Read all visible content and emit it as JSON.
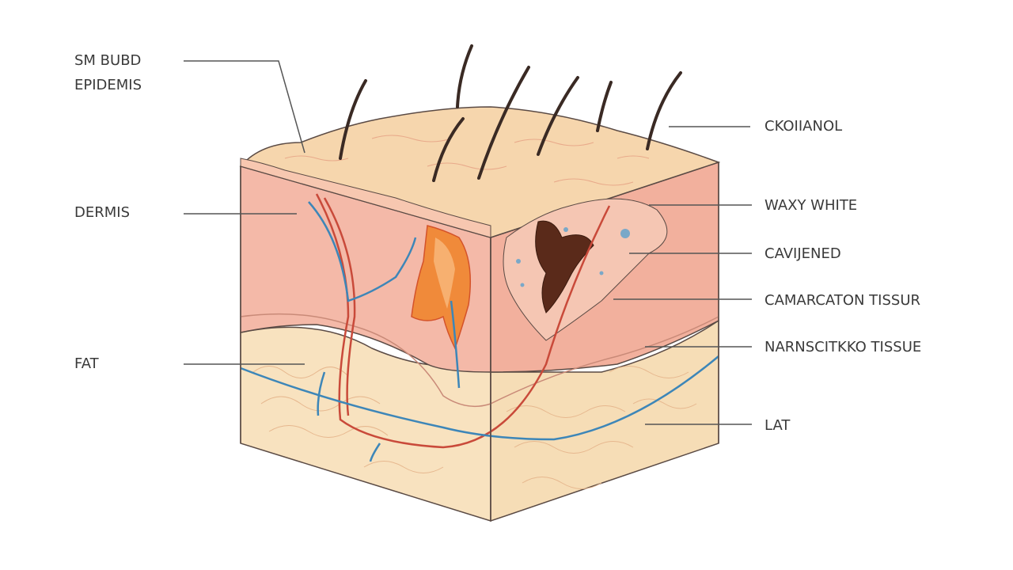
{
  "labels": {
    "left_top_line1": "SM BUBD",
    "left_top_line2": "EPIDEMIS",
    "left_dermis": "DERMIS",
    "left_fat": "FAT",
    "right_1": "CKOIIANOL",
    "right_2": "WAXY WHITE",
    "right_3": "CAVIJENED",
    "right_4": "CAMARCATON TISSUR",
    "right_5": "NARNSCITKKO TISSUE",
    "right_6": "LAT"
  },
  "colors": {
    "epidermis": "#f6d6ad",
    "dermis": "#f4b9a8",
    "dermis_dark": "#eea894",
    "fat": "#f8e2bf",
    "outline": "#5a4a44",
    "vessel_red": "#c94a3a",
    "vessel_blue": "#3d86b8",
    "burn_orange": "#f08a3a",
    "burn_dark": "#5a2a1a",
    "leader_line": "#555555"
  }
}
